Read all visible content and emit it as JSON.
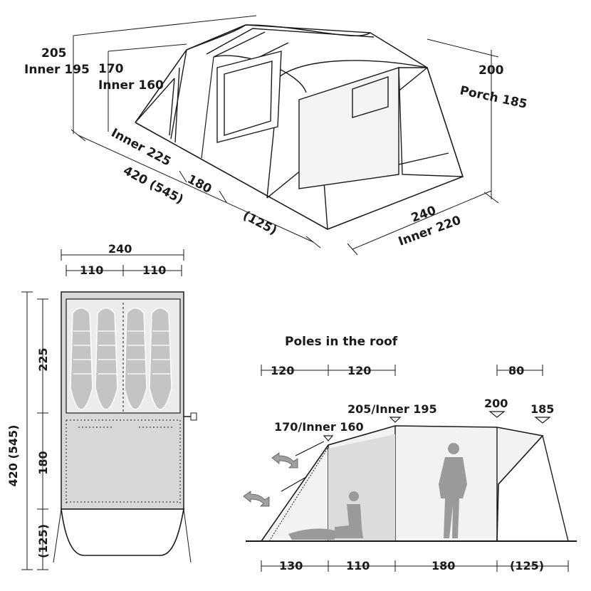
{
  "top_view": {
    "height_outer": "205",
    "height_outer_inner": "Inner 195",
    "height_mid": "170",
    "height_mid_inner": "Inner 160",
    "porch_height": "200",
    "porch_height_inner": "Porch 185",
    "length_inner": "Inner 225",
    "length_mid": "180",
    "length_total": "420 (545)",
    "length_porch": "(125)",
    "width": "240",
    "width_inner": "Inner 220"
  },
  "floor_plan": {
    "width_total": "240",
    "width_left": "110",
    "width_right": "110",
    "length_total": "420 (545)",
    "length_bedroom": "225",
    "length_living": "180",
    "length_porch": "(125)"
  },
  "side_view": {
    "title": "Poles in the roof",
    "pole_a": "120",
    "pole_b": "120",
    "pole_c": "80",
    "height_mid_label": "170/Inner 160",
    "height_top_label": "205/Inner 195",
    "height_porch_a": "200",
    "height_porch_b": "185",
    "base_a": "130",
    "base_b": "110",
    "base_c": "180",
    "base_d": "(125)"
  },
  "colors": {
    "line": "#1a1a1a",
    "fill_light": "#e6e6e6",
    "fill_mid": "#cfcfcf",
    "figure": "#9a9a9a"
  }
}
